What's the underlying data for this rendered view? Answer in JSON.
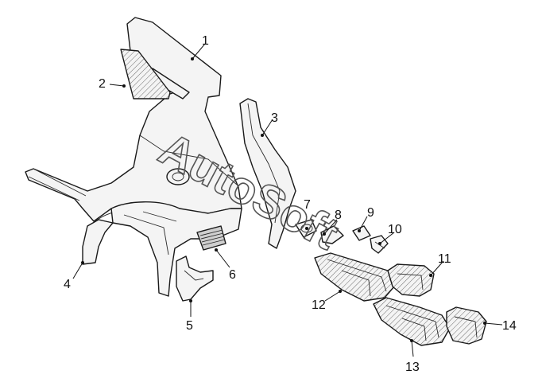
{
  "watermark": "AutoSoft",
  "callouts": [
    "1",
    "2",
    "3",
    "4",
    "5",
    "6",
    "7",
    "8",
    "9",
    "10",
    "11",
    "12",
    "13",
    "14"
  ],
  "colors": {
    "line": "#1a1a1a",
    "fill": "#f4f4f4",
    "watermark": "#555555"
  }
}
